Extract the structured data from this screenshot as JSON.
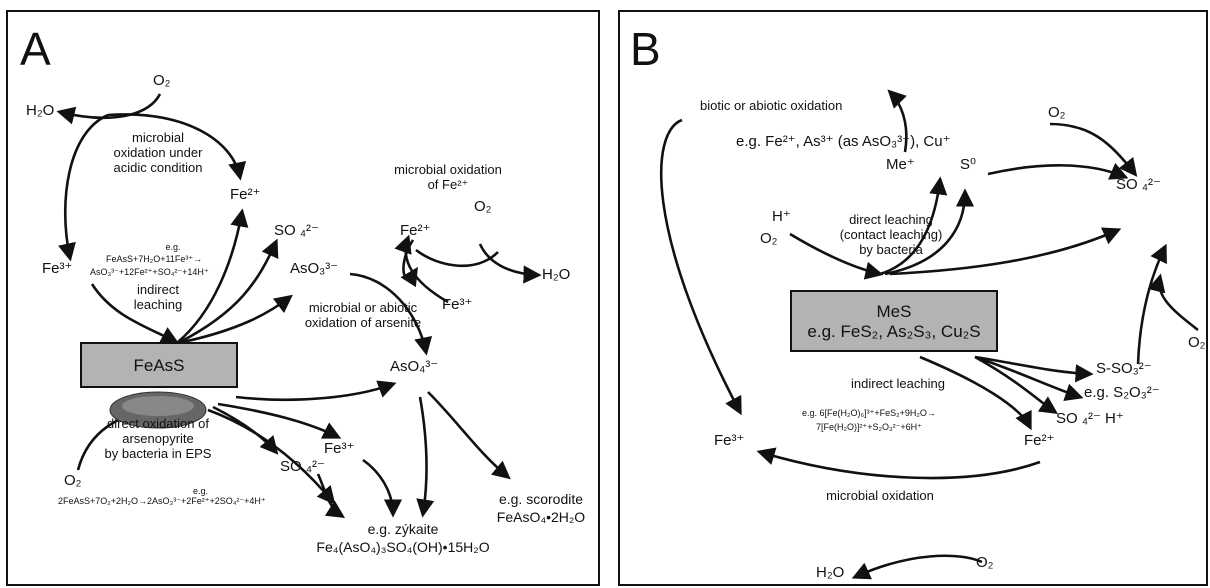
{
  "panel_a": {
    "letter": "A",
    "species": {
      "o2_top": "O₂",
      "h2o_left": "H₂O",
      "fe3_left": "Fe³⁺",
      "fe2_mid": "Fe²⁺",
      "so4_top": "SO ₄²⁻",
      "aso3": "AsO₃³⁻",
      "fe2_right": "Fe²⁺",
      "o2_right": "O₂",
      "h2o_right": "H₂O",
      "fe3_right": "Fe³⁺",
      "aso4": "AsO₄³⁻",
      "o2_bottom": "O₂",
      "fe3_bottom": "Fe³⁺",
      "so4_bottom": "SO ₄²⁻"
    },
    "texts": {
      "cycle_label": "microbial\noxidation under\nacidic condition",
      "fe_oxidation_label": "microbial oxidation\nof Fe²⁺",
      "eg_small": "e.g.",
      "eq_indirect_1": "FeAsS+7H₂O+11Fe³⁺→",
      "eq_indirect_2": "AsO₃³⁻+12Fe²⁺+SO₄²⁻+14H⁺",
      "indirect_label": "indirect\nleaching",
      "arsenite_label": "microbial or abiotic\noxidation of arsenite",
      "mineral": "FeAsS",
      "direct_label": "direct oxidation of\narsenopyrite\nby bacteria in EPS",
      "eg_small_2": "e.g.",
      "eq_direct": "2FeAsS+7O₂+2H₂O→2AsO₃³⁻+2Fe²⁺+2SO₄²⁻+4H⁺",
      "zykaite": "e.g. zýkaite\nFe₄(AsO₄)₃SO₄(OH)•15H₂O",
      "scorodite": "e.g. scorodite\nFeAsO₄•2H₂O"
    }
  },
  "panel_b": {
    "letter": "B",
    "texts": {
      "oxidation_label": "biotic or abiotic oxidation",
      "examples": "e.g. Fe²⁺, As³⁺ (as AsO₃³⁻), Cu⁺",
      "me": "Me⁺",
      "s0": "S⁰",
      "o2_top": "O₂",
      "so4_top": "SO ₄²⁻",
      "h_plus": "H⁺",
      "o2_left": "O₂",
      "direct_label": "direct leaching\n(contact leaching)\nby bacteria",
      "mineral_line1": "MeS",
      "mineral_line2": "e.g. FeS₂, As₂S₃, Cu₂S",
      "o2_right": "O₂",
      "indirect_label": "indirect leaching",
      "s_so3": "S-SO₃²⁻",
      "s2o3": "e.g. S₂O₃²⁻",
      "so4_h": "SO ₄²⁻ H⁺",
      "eq_1": "e.g. 6[Fe(H₂O)₆]³⁺+FeS₂+9H₂O→",
      "eq_2": "7[Fe(H₂O)]²⁺+S₂O₃²⁻+6H⁺",
      "fe3": "Fe³⁺",
      "fe2": "Fe²⁺",
      "micro_ox_label": "microbial oxidation",
      "h2o": "H₂O",
      "o2_bottom": "O₂"
    }
  }
}
